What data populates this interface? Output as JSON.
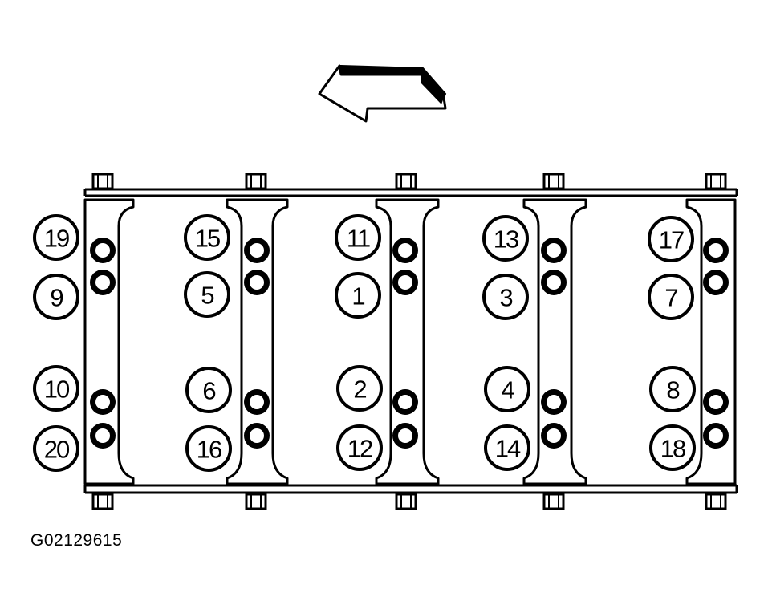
{
  "figure": {
    "id_label": "G02129615",
    "direction_arrow": "arrow-left-icon"
  },
  "torque_sequence": {
    "columns": [
      {
        "upper_outer": "19",
        "upper_inner": "9",
        "lower_inner": "10",
        "lower_outer": "20"
      },
      {
        "upper_outer": "15",
        "upper_inner": "5",
        "lower_inner": "6",
        "lower_outer": "16"
      },
      {
        "upper_outer": "11",
        "upper_inner": "1",
        "lower_inner": "2",
        "lower_outer": "12"
      },
      {
        "upper_outer": "13",
        "upper_inner": "3",
        "lower_inner": "4",
        "lower_outer": "14"
      },
      {
        "upper_outer": "17",
        "upper_inner": "7",
        "lower_inner": "8",
        "lower_outer": "18"
      }
    ]
  }
}
